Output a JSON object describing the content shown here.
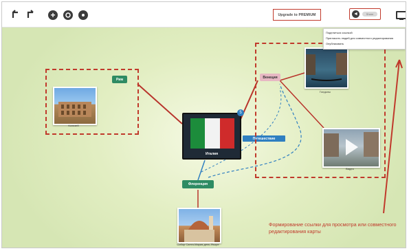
{
  "toolbar": {
    "undo_icon": "undo-icon",
    "redo_icon": "redo-icon",
    "premium_label": "Upgrade to PREMIUM",
    "share_label": "Share"
  },
  "dropdown": {
    "items": [
      "Поделиться ссылкой",
      "Пригласить людей для совместного редактирования",
      "Опубликовать"
    ]
  },
  "map": {
    "central_label": "Италия",
    "central_badge": "5",
    "link_label": "Путешествие",
    "rome_label": "Рим",
    "rome_caption": "Колизей",
    "venice_label": "Венеция",
    "venice_caption1": "Гондолы",
    "venice_caption2": "Видео",
    "florence_label": "Флоренция",
    "florence_caption": "Собор Санта-Мария-дель-Фьоре"
  },
  "annotation": {
    "text": "Формирование ссылки для просмотра или совместного редактирования карты"
  },
  "colors": {
    "accent_red": "#c0392b",
    "node_green": "#2e8b63",
    "node_pink": "#e7b8c3",
    "central_dark": "#1f2a36",
    "link_blue": "#2f7fc1"
  }
}
